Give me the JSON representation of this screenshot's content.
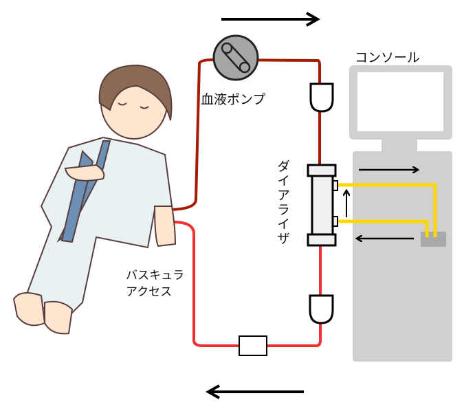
{
  "labels": {
    "console": "コンソール",
    "blood_pump": "血液ポンプ",
    "dialyzer": "ダイアライザ",
    "vascular_access_line1": "バスキュラ",
    "vascular_access_line2": "アクセス"
  },
  "colors": {
    "arterial_line": "#a61c00",
    "venous_line": "#f03030",
    "dialysate_line": "#ffd700",
    "console": "#d0d0d0",
    "patient_gown": "#e8f2f4",
    "gown_trim": "#6b8fb5"
  }
}
